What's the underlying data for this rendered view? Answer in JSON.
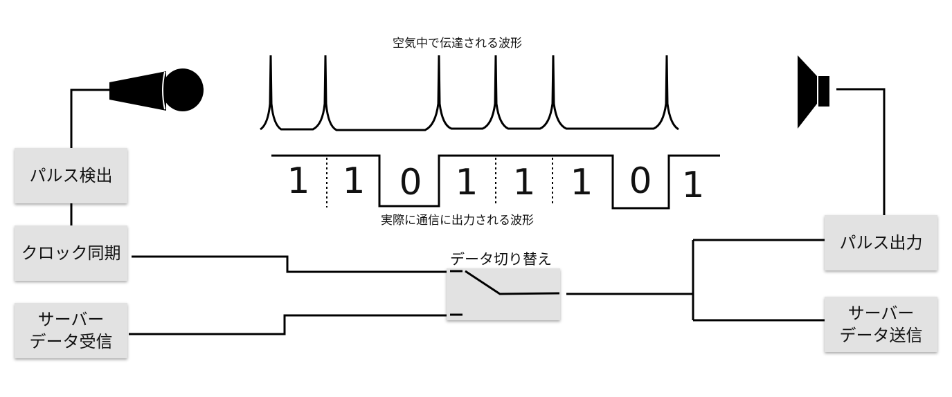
{
  "labels": {
    "air_waveform": "空気中で伝達される波形",
    "actual_waveform": "実際に通信に出力される波形",
    "switch": "データ切り替え"
  },
  "boxes": {
    "pulse_detect": "パルス検出",
    "clock_sync": "クロック同期",
    "server_receive": [
      "サーバー",
      "データ受信"
    ],
    "pulse_output": "パルス出力",
    "server_send": [
      "サーバー",
      "データ送信"
    ]
  },
  "bits": [
    "1",
    "1",
    "0",
    "1",
    "1",
    "1",
    "0",
    "1"
  ],
  "icons": {
    "input": "microphone-icon",
    "output": "speaker-icon"
  }
}
